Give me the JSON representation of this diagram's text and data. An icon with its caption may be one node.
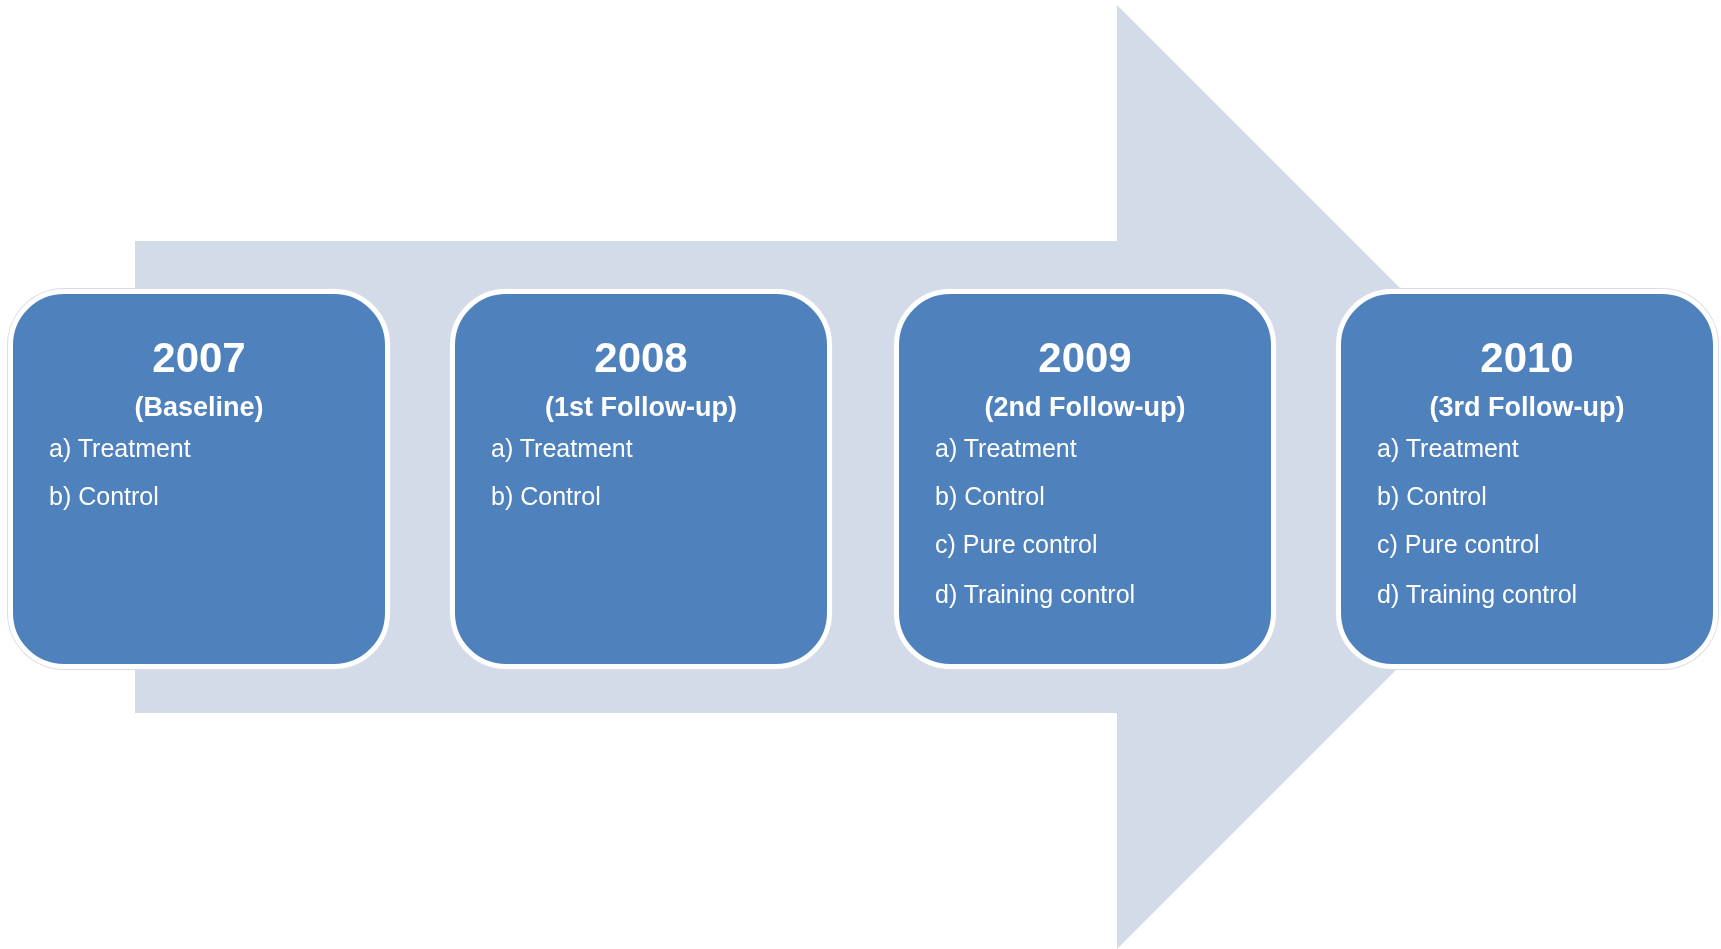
{
  "diagram": {
    "nodes": [
      {
        "text": [
          "2007",
          "(Baseline)",
          "a) Treatment",
          "b) Control"
        ]
      },
      {
        "text": [
          "2008",
          "(1st Follow-up)",
          "a) Treatment",
          "b) Control"
        ]
      },
      {
        "text": [
          "2009",
          "(2nd Follow-up)",
          "a) Treatment",
          "b) Control",
          "c) Pure control",
          "d) Training control"
        ]
      },
      {
        "text": [
          "2010",
          "(3rd Follow-up)",
          "a) Treatment",
          "b) Control",
          "c) Pure control",
          "d) Training control"
        ]
      }
    ],
    "edges": [
      {
        "from": 0,
        "to": 3,
        "arrow": "to"
      }
    ]
  }
}
